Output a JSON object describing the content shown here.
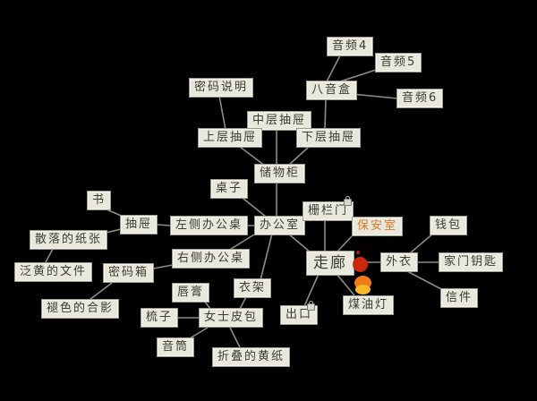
{
  "diagram": {
    "title": "",
    "nodes": {
      "audio4": "音频4",
      "audio5": "音频5",
      "audio6": "音频6",
      "music_box": "八音盒",
      "password_note": "密码说明",
      "middle_drawer": "中层抽屉",
      "upper_drawer": "上层抽屉",
      "lower_drawer": "下层抽屉",
      "cabinet": "储物柜",
      "desk": "桌子",
      "book": "书",
      "drawer": "抽屉",
      "left_desk": "左侧办公桌",
      "office": "办公室",
      "fence_door": "栅栏门",
      "security_room": "保安室",
      "wallet": "钱包",
      "scattered_papers": "散落的纸张",
      "corridor": "走廊",
      "coat": "外衣",
      "house_key": "家门钥匙",
      "yellowed_docs": "泛黄的文件",
      "safe": "密码箱",
      "right_desk": "右侧办公桌",
      "faded_photo": "褪色的合影",
      "lipstick": "唇膏",
      "coat_rack": "衣架",
      "exit": "出口",
      "kerosene_lamp": "煤油灯",
      "letter": "信件",
      "comb": "梳子",
      "handbag": "女士皮包",
      "pitch_pipe": "音筒",
      "folded_paper": "折叠的黄纸"
    },
    "locked_nodes": [
      "fence_door",
      "exit"
    ],
    "highlighted_node": "security_room",
    "colors": {
      "background": "#000000",
      "node_fill": "#e9e8dc",
      "node_text": "#3b3b36",
      "edge": "#8c8c86",
      "highlight_text": "#d97a28",
      "flame": "#f08a1a"
    }
  }
}
